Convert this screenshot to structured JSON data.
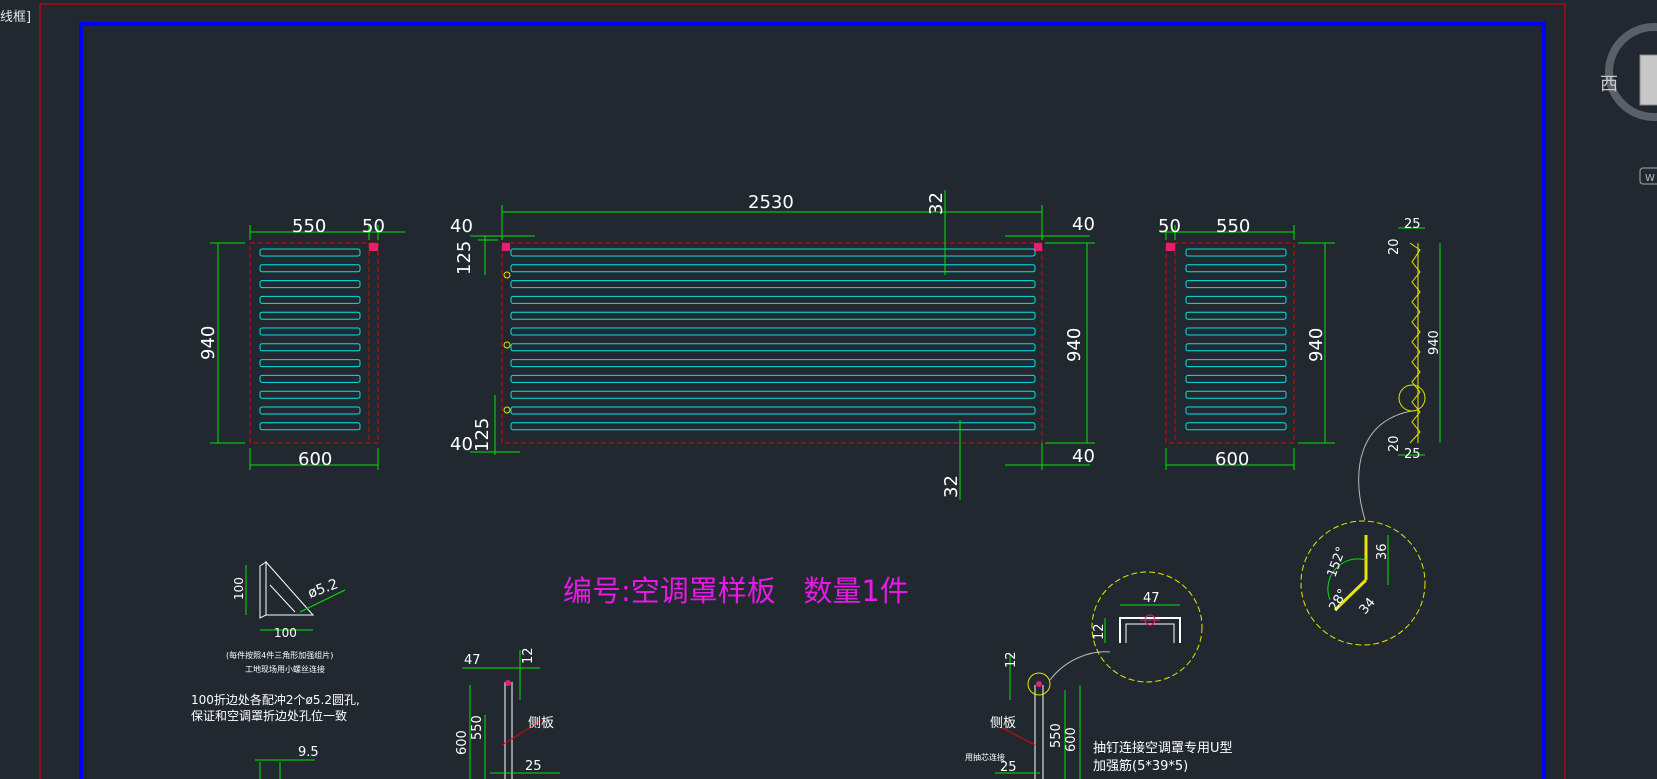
{
  "window": {
    "frame_label": "线框]"
  },
  "viewcube": {
    "west_label": "西",
    "wcs_label": "W"
  },
  "drawing": {
    "title": "编号:空调罩样板   数量1件",
    "colors": {
      "background": "#212830",
      "dim": "#00e600",
      "panel": "#00e5e5",
      "title": "#e619e6",
      "outline_red": "#e60000",
      "frame_blue": "#0000ff",
      "detail_circle": "#e6e600",
      "text": "#ffffff"
    },
    "left_panel": {
      "width_top": "550",
      "width_side": "50",
      "height": "940",
      "width_total": "600"
    },
    "center_panel": {
      "width": "2530",
      "left_margin": "40",
      "right_margin": "40",
      "edge_top": "125",
      "edge_bottom": "125",
      "bottom_left": "40",
      "bottom_right": "40",
      "height": "940",
      "offset_top": "32",
      "offset_bottom": "32"
    },
    "right_panel": {
      "width_side": "50",
      "width_top": "550",
      "height": "940",
      "width_total": "600"
    },
    "side_profile": {
      "top": "25",
      "top_inner": "20",
      "height": "940",
      "bottom_inner": "20",
      "bottom": "25"
    },
    "bracket": {
      "height": "100",
      "width": "100",
      "hole": "ø5.2",
      "note_line1": "(每件按照4件三角形加强组片)",
      "note_line2": "工地现场用小螺丝连接"
    },
    "hole_note": {
      "line1": "100折边处各配冲2个ø5.2圆孔,",
      "line2": "保证和空调罩折边处孔位一致"
    },
    "small_dim": {
      "value": "9.5"
    },
    "section_a": {
      "top_width": "47",
      "lip": "12",
      "outer": "600",
      "inner": "550",
      "label": "侧板",
      "bottom": "25"
    },
    "section_b": {
      "lip": "12",
      "outer": "550",
      "total": "600",
      "label": "侧板",
      "bottom": "25",
      "note": "用抽芯连接"
    },
    "u_detail": {
      "width": "47",
      "height": "12"
    },
    "u_note": {
      "line1": "抽钉连接空调罩专用U型",
      "line2": "加强筋(5*39*5)"
    },
    "angle_detail": {
      "a1": "152°",
      "a2": "28°",
      "l1": "36",
      "l2": "34"
    }
  }
}
